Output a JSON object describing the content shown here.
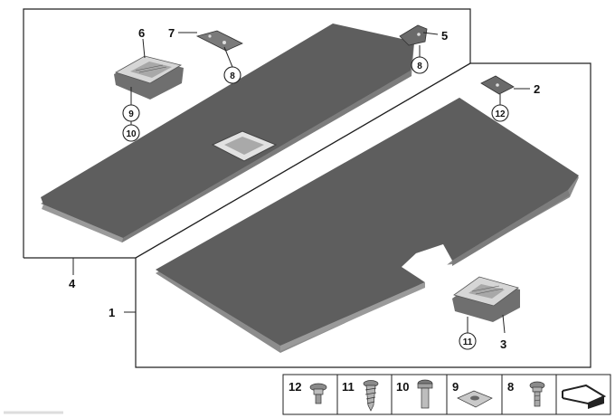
{
  "callouts": {
    "c1": "1",
    "c2": "2",
    "c3": "3",
    "c4": "4",
    "c5": "5",
    "c6": "6",
    "c7": "7",
    "c8a": "8",
    "c8b": "8",
    "c9": "9",
    "c10": "10",
    "c11": "11",
    "c12": "12"
  },
  "hardware_legend": [
    {
      "number": "12",
      "icon": "screw-short-icon"
    },
    {
      "number": "11",
      "icon": "self-tapping-screw-icon"
    },
    {
      "number": "10",
      "icon": "bolt-icon"
    },
    {
      "number": "9",
      "icon": "square-nut-plate-icon"
    },
    {
      "number": "8",
      "icon": "torx-screw-icon"
    },
    {
      "number": "",
      "icon": "page-flip-icon"
    }
  ],
  "colors": {
    "panel_top": "#5e5e5e",
    "panel_edge": "#8c8c8c",
    "part_light": "#d6d6d6",
    "part_dark": "#6f6f6f",
    "line": "#222222"
  }
}
